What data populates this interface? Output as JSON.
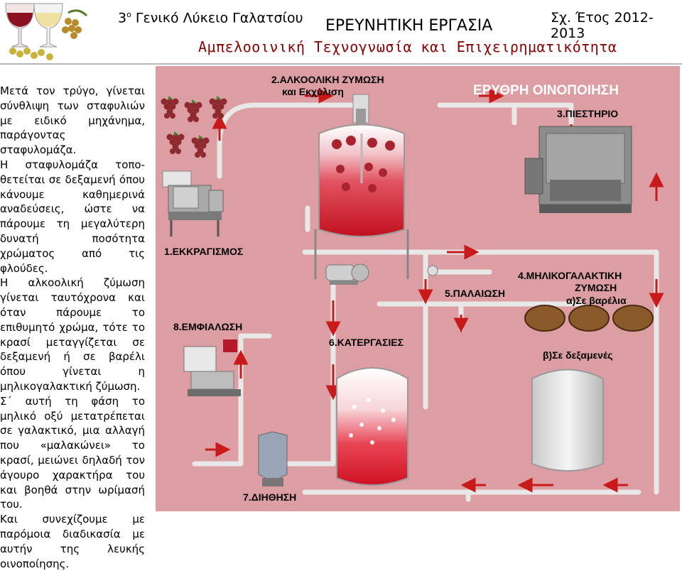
{
  "header": {
    "school_prefix": "3",
    "school_sup": "ο",
    "school_rest": " Γενικό Λύκειο Γαλατσίου",
    "project": "ΕΡΕΥΝΗΤΙΚΗ ΕΡΓΑΣΙΑ",
    "year": "Σχ. Έτος 2012-2013",
    "subtitle": "Αμπελοοινική Τεχνογνωσία και Επιχειρηματικότητα"
  },
  "side_text": [
    "Μετά τον τρύγο, γίνεται σύνθλιψη των σταφυλιών με ειδικό μηχάνημα, παράγοντας σταφυλομάζα.",
    "Η σταφυλομάζα τοπο-θετείται σε δεξαμενή όπου κάνουμε καθημερινά αναδεύσεις, ώστε να πάρουμε τη μεγαλύτερη δυνατή ποσότητα χρώματος από τις φλούδες.",
    "Η αλκοολική ζύμωση γίνεται ταυτόχρονα και όταν πάρουμε το επιθυμητό χρώμα, τότε το κρασί μεταγγίζεται σε δεξαμενή ή σε βαρέλι όπου γίνεται η μηλικογαλακτική ζύμωση.",
    "Σ΄ αυτή τη φάση το μηλικό οξύ μετατρέπεται σε γαλακτικό, μια αλλαγή που «μαλακώνει» το κρασί, μειώνει δηλαδή τον άγουρο χαρακτήρα του και βοηθά στην ωρίμασή του.",
    "Και συνεχίζουμε με παρόμοια διαδικασία με αυτήν της λευκής οινοποίησης."
  ],
  "diagram": {
    "title": "ΕΡΥΘΡΗ ΟΙΝΟΠΟΙΗΣΗ",
    "step2_line1": "2.ΑΛΚΟΟΛΙΚΗ ΖΥΜΩΣΗ",
    "step2_line2": "και Εκχύλιση",
    "step3": "3.ΠΙΕΣΤΗΡΙΟ",
    "step1": "1.ΕΚΚΡΑΓΙΣΜΟΣ",
    "step4_line1": "4.ΜΗΛΙΚΟΓΑΛΑΚΤΙΚΗ",
    "step4_line2": "ΖΥΜΩΣΗ",
    "step4_line3": "α)Σε βαρέλια",
    "step5": "5.ΠΑΛΑΙΩΣΗ",
    "step8": "8.ΕΜΦΙΑΛΩΣΗ",
    "step6": "6.ΚΑΤΕΡΓΑΣΙΕΣ",
    "step4b": "β)Σε δεξαμενές",
    "step7": "7.ΔΙΗΘΗΣΗ"
  }
}
